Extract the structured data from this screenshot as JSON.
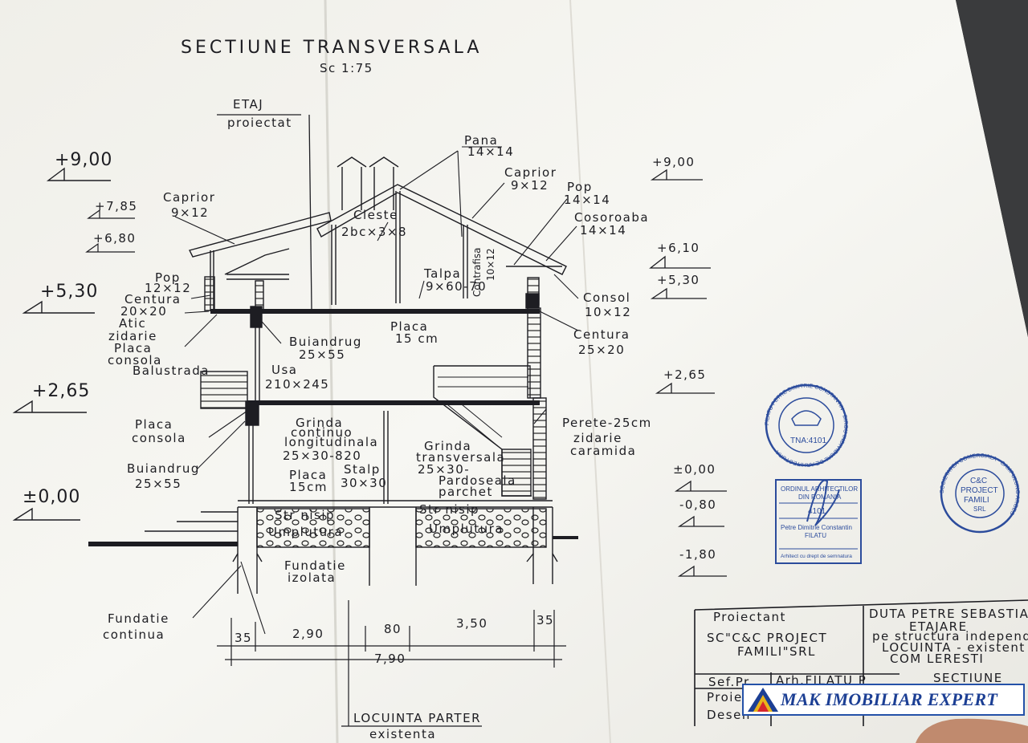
{
  "title": "SECTIUNE TRANSVERSALA",
  "scale": "Sc 1:75",
  "etaj": {
    "label": "ETAJ",
    "sub": "proiectat"
  },
  "levels": {
    "l900": "+9,00",
    "l785": "+7,85",
    "l680": "+6,80",
    "l530": "+5,30",
    "l265": "+2,65",
    "l000": "±0,00",
    "r900": "+9,00",
    "r610": "+6,10",
    "r530": "+5,30",
    "r265": "+2,65",
    "r000": "±0,00",
    "r080": "-0,80",
    "r180": "-1,80"
  },
  "labels": {
    "pana": "Pana",
    "pana_dim": "14×14",
    "capriorL": "Caprior",
    "capriorL_dim": "9×12",
    "capriorR": "Caprior",
    "capriorR_dim": "9×12",
    "popR": "Pop",
    "popR_dim": "14×14",
    "cleste": "Cleste",
    "cleste_dim": "2bc×3×8",
    "cosoroaba": "Cosoroaba",
    "cosoroaba_dim": "14×14",
    "contrafisa": "Contrafisa",
    "contrafisa_dim": "10×12",
    "talpa": "Talpa",
    "talpa_dim": "9×60-70",
    "popL": "Pop",
    "popL_dim": "12×12",
    "centura": "Centura",
    "centura_dim": "20×20",
    "atic": "Atic",
    "zidarie": "zidarie",
    "placaConsolaTop": "Placa",
    "placaConsolaTop2": "consola",
    "balustrada": "Balustrada",
    "consol": "Consol",
    "consol_dim": "10×12",
    "centuraR": "Centura",
    "centuraR_dim": "25×20",
    "buiandrugTop": "Buiandrug",
    "buiandrugTop_dim": "25×55",
    "placaMid": "Placa",
    "placaMid_dim": "15 cm",
    "usa": "Usa",
    "usa_dim": "210×245",
    "placaConsola": "Placa",
    "placaConsola2": "consola",
    "grindaLong": "Grinda",
    "grindaLong2": "continuo",
    "grindaLong3": "longitudinala",
    "grindaLong_dim": "25×30-820",
    "grindaTrans": "Grinda",
    "grindaTrans2": "transversala",
    "grindaTrans_dim": "25×30-",
    "perete": "Perete-25cm",
    "perete2": "zidarie",
    "perete3": "caramida",
    "buiandrugBot": "Buiandrug",
    "buiandrugBot_dim": "25×55",
    "placaBot": "Placa",
    "placaBot_dim": "15cm",
    "stalp": "Stalp",
    "stalp_dim": "30×30",
    "pardoseala": "Pardoseala",
    "pardoseala2": "parchet",
    "strNisip1": "Str nisip",
    "umplutura1": "Umplutura",
    "strNisip2": "Str nisip",
    "umplutura2": "Umplutura",
    "fundatieIzolata": "Fundatie",
    "fundatieIzolata2": "izolata",
    "fundatieContinua": "Fundatie",
    "fundatieContinua2": "continua",
    "locuinta": "LOCUINTA PARTER",
    "locuinta2": "existenta"
  },
  "dims": {
    "d1": "35",
    "d2": "2,90",
    "d3": "80",
    "d4": "3,50",
    "d5": "35",
    "total": "7,90"
  },
  "titleBlock": {
    "proiectant": "Proiectant",
    "firm1": "SC\"C&C PROJECT",
    "firm2": "FAMILI\"SRL",
    "client": "DUTA PETRE SEBASTIAN",
    "proj1": "ETAJARE",
    "proj2": "pe structura independenta",
    "proj3": "LOCUINTA - existent",
    "proj4": "COM LERESTI",
    "sef": "Sef.Pr",
    "arch": "Arh.FILATU P",
    "sectiune": "SECTIUNE",
    "proie": "Proie",
    "desen": "Desen"
  },
  "stamps": {
    "roundRing": "FILATU PETRE DIMITRIE CONSTANTIN · BIROU INDIVIDUAL DE ARHITECTURA",
    "roundTna": "TNA:4101",
    "oarLine1": "ORDINUL ARHITECTILOR",
    "oarLine2": "DIN ROMANIA",
    "oarNum": "4101",
    "oarName1": "Petre Dimitrie Constantin",
    "oarName2": "FILATU",
    "oarRight": "Arhitect cu drept de semnatura",
    "firmRing": "SOCIETATEA COMERCIALA · CAMPULUNG ARGES",
    "firmCenter1": "C&C",
    "firmCenter2": "PROJECT",
    "firmCenter3": "FAMILI",
    "firmCenter4": "SRL"
  },
  "watermark": {
    "text": "MAK IMOBILIAR EXPERT"
  },
  "colors": {
    "paper": "#f4f4f0",
    "ink": "#1d1d22",
    "stampBlue": "#2c4c9c",
    "watermark": "#1c3f94"
  }
}
